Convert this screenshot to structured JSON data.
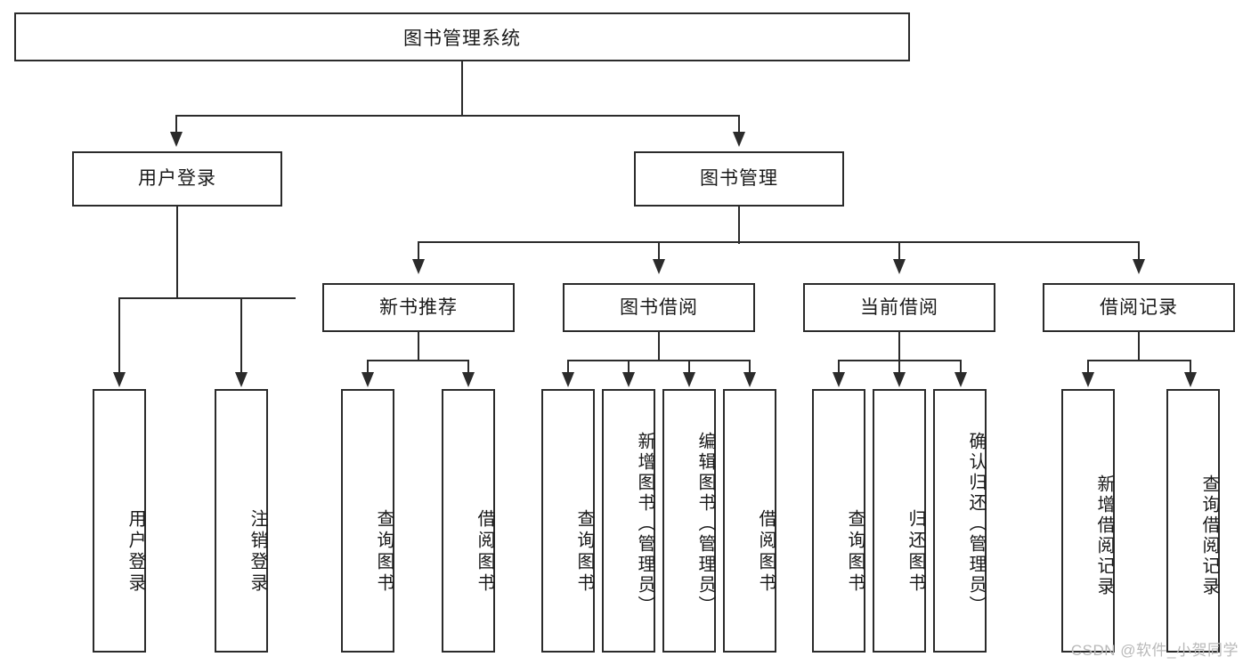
{
  "diagram": {
    "kind": "functional-structure-tree",
    "root": {
      "label": "图书管理系统"
    },
    "level2": [
      {
        "label": "用户登录"
      },
      {
        "label": "图书管理"
      }
    ],
    "level3": [
      {
        "label": "新书推荐"
      },
      {
        "label": "图书借阅"
      },
      {
        "label": "当前借阅"
      },
      {
        "label": "借阅记录"
      }
    ],
    "leaves": {
      "user_login": [
        {
          "label": "用户登录"
        },
        {
          "label": "注销登录"
        }
      ],
      "new_book_recommend": [
        {
          "label": "查询图书"
        },
        {
          "label": "借阅图书"
        }
      ],
      "book_borrow": [
        {
          "label": "查询图书"
        },
        {
          "label": "新增图书（管理员）"
        },
        {
          "label": "编辑图书（管理员）"
        },
        {
          "label": "借阅图书"
        }
      ],
      "current_borrow": [
        {
          "label": "查询图书"
        },
        {
          "label": "归还图书"
        },
        {
          "label": "确认归还（管理员）"
        }
      ],
      "borrow_record": [
        {
          "label": "新增借阅记录"
        },
        {
          "label": "查询借阅记录"
        }
      ]
    },
    "watermark": "CSDN @软件_小贺同学",
    "colors": {
      "stroke": "#2b2b2b",
      "fill": "#ffffff",
      "text": "#1a1a1a",
      "watermark": "#b9b9b9"
    }
  }
}
